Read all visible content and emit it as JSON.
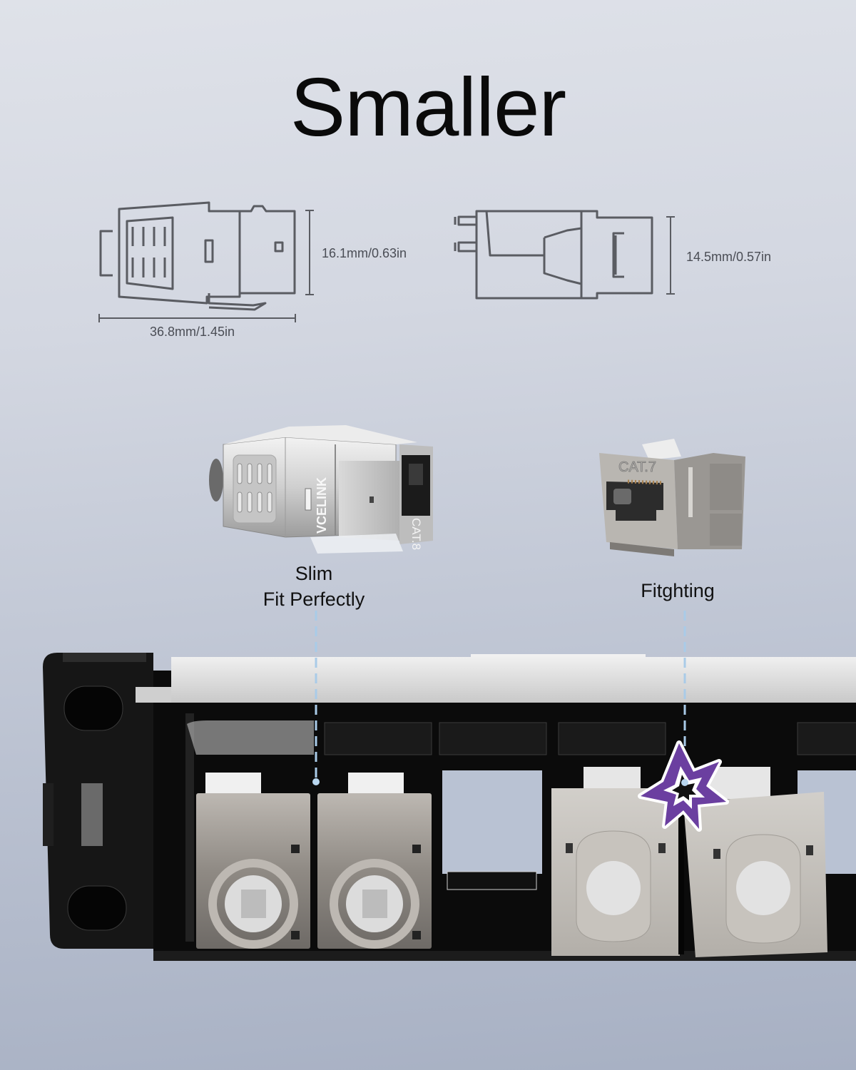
{
  "title": "Smaller",
  "diagrams": {
    "left": {
      "name": "slim-keystone-outline",
      "height_label": "16.1mm/0.63in",
      "width_label": "36.8mm/1.45in"
    },
    "right": {
      "name": "standard-keystone-outline",
      "height_label": "14.5mm/0.57in"
    }
  },
  "products": [
    {
      "name": "vcelink-cat8-keystone",
      "brand_text": "VCELINK",
      "category_text": "CAT.8",
      "label_line1": "Slim",
      "label_line2": "Fit Perfectly"
    },
    {
      "name": "cat7-keystone",
      "category_text": "CAT.7",
      "label_line1": "Fitghting"
    }
  ],
  "colors": {
    "background_top": "#dfe2e9",
    "background_bottom": "#a7b0c3",
    "outline": "#5a5c62",
    "callout_line": "#a9cbe8",
    "warning_star": "#6b3fa0",
    "panel": "#121212",
    "metal_jack": "#8a8580",
    "gray_jack": "#bdb9b3"
  }
}
